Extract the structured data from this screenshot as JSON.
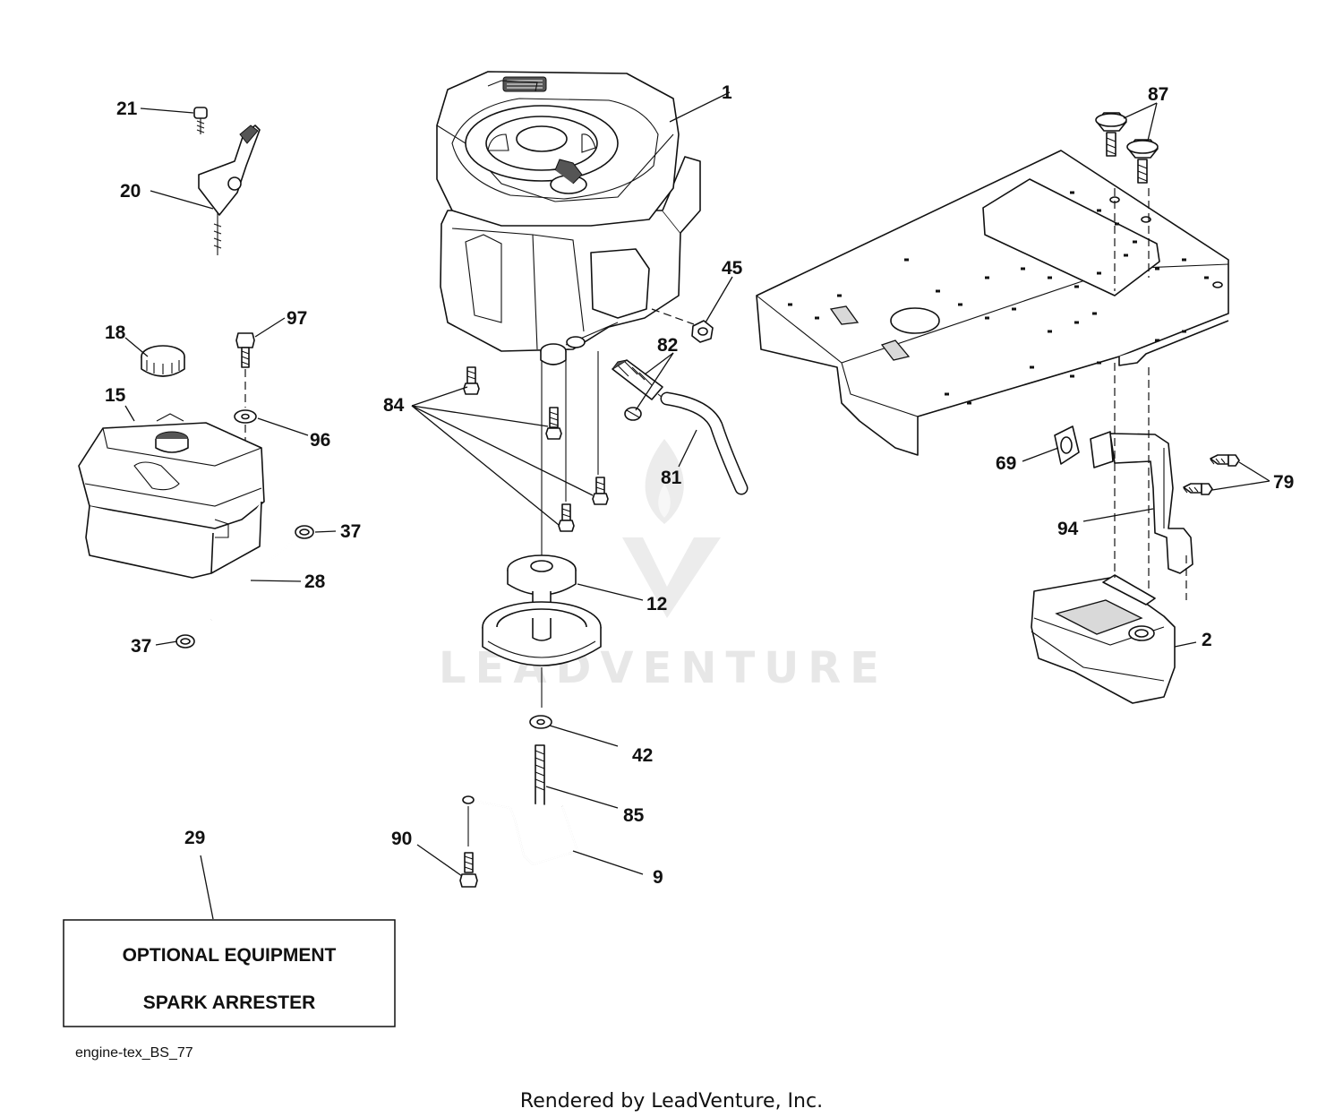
{
  "callouts": {
    "c1": "1",
    "c2": "2",
    "c9": "9",
    "c12": "12",
    "c15": "15",
    "c18": "18",
    "c20": "20",
    "c21": "21",
    "c28": "28",
    "c29": "29",
    "c37a": "37",
    "c37b": "37",
    "c42": "42",
    "c45": "45",
    "c69": "69",
    "c79": "79",
    "c81": "81",
    "c82": "82",
    "c84": "84",
    "c85": "85",
    "c87": "87",
    "c90": "90",
    "c94": "94",
    "c96": "96",
    "c97": "97"
  },
  "optional_box": {
    "line1": "OPTIONAL EQUIPMENT",
    "line2": "SPARK ARRESTER"
  },
  "drawing_code": "engine-tex_BS_77",
  "watermark": "LEADVENTURE",
  "footer": "Rendered by LeadVenture, Inc."
}
